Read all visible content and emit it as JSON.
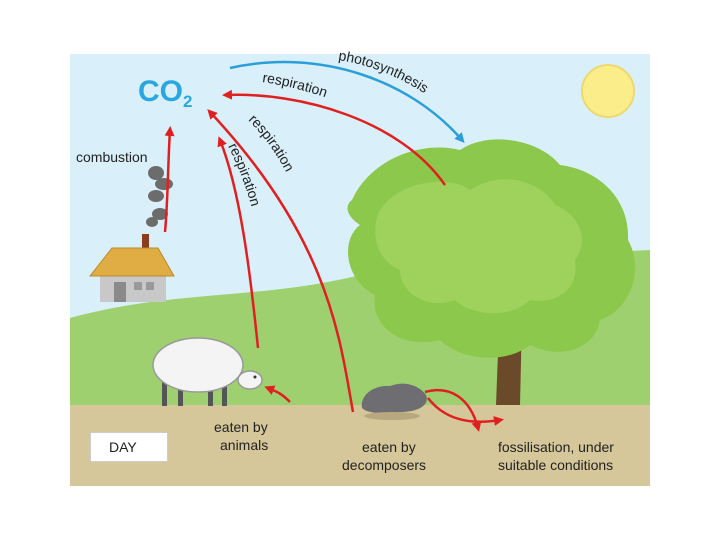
{
  "title": "CO",
  "title_subscript": "2",
  "labels": {
    "photosynthesis": "photosynthesis",
    "respiration_top": "respiration",
    "respiration_tree": "respiration",
    "respiration_animal": "respiration",
    "combustion": "combustion",
    "eaten_by_animals_1": "eaten by",
    "eaten_by_animals_2": "animals",
    "eaten_by_decomposers_1": "eaten by",
    "eaten_by_decomposers_2": "decomposers",
    "fossilisation_1": "fossilisation, under",
    "fossilisation_2": "suitable conditions",
    "day": "DAY"
  },
  "colors": {
    "sky": "#d9f0fa",
    "hill": "#9fd070",
    "ground": "#d6c79a",
    "arrow_red": "#e02020",
    "arrow_blue": "#2b9fd9",
    "co2": "#2ba7e0",
    "sun": "#fbee8a",
    "tree_leaf": "#8cc84b",
    "trunk": "#6b4a2a"
  },
  "icons": [
    "sun-icon",
    "house-icon",
    "smoke-icon",
    "sheep-icon",
    "tree-icon",
    "dead-animal-icon"
  ]
}
